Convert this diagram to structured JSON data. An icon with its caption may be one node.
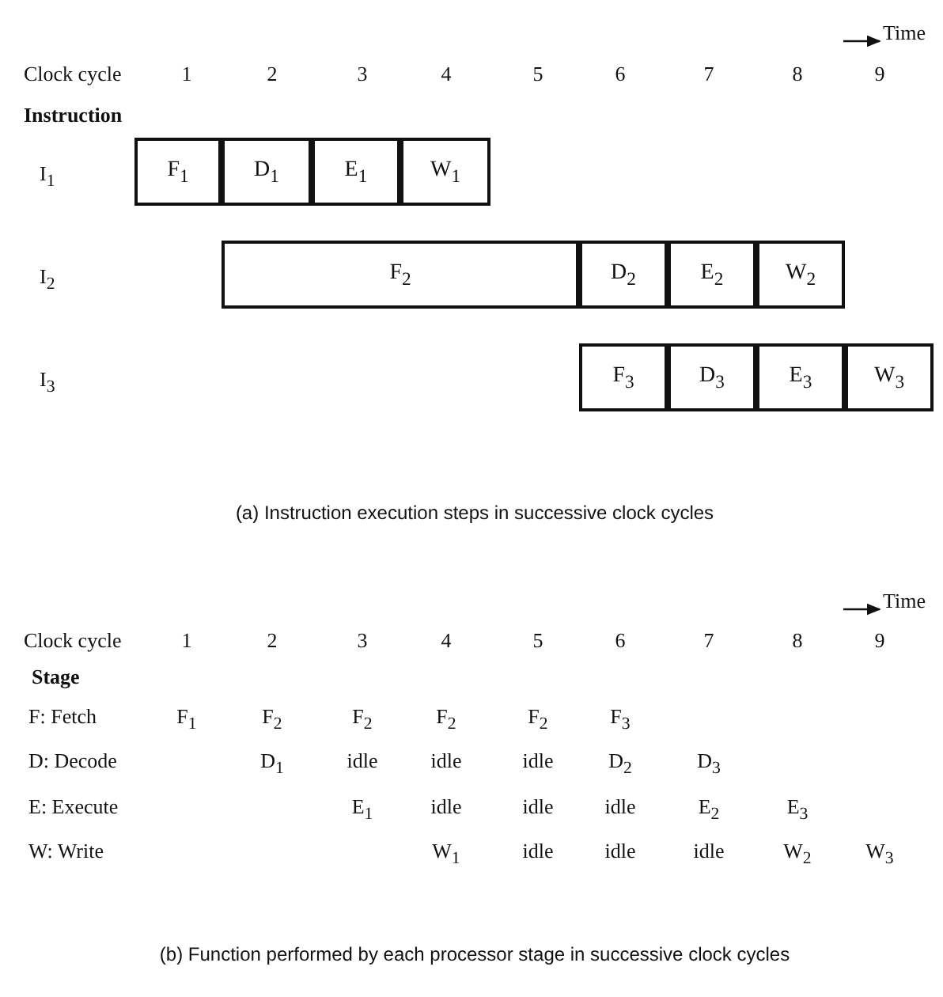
{
  "diagram": {
    "nodes": [
      {
        "text": [
          "F$_{1}$"
        ]
      },
      {
        "text": [
          "D$_{1}$"
        ]
      },
      {
        "text": [
          "E$_{1}$"
        ]
      },
      {
        "text": [
          "W$_{1}$"
        ]
      },
      {
        "text": [
          "F$_{2}$"
        ]
      },
      {
        "text": [
          "D$_{2}$"
        ]
      },
      {
        "text": [
          "E$_{2}$"
        ]
      },
      {
        "text": [
          "W$_{2}$"
        ]
      },
      {
        "text": [
          "F$_{3}$"
        ]
      },
      {
        "text": [
          "D$_{3}$"
        ]
      },
      {
        "text": [
          "E$_{3}$"
        ]
      },
      {
        "text": [
          "W$_{3}$"
        ]
      }
    ],
    "labels": [
      "Time",
      "Clock cycle",
      "1",
      "2",
      "3",
      "4",
      "5",
      "6",
      "7",
      "8",
      "9",
      "Instruction",
      "I$_{1}$",
      "I$_{2}$",
      "I$_{3}$",
      "(a) Instruction execution steps in successive clock cycles",
      "Time",
      "Clock cycle",
      "1",
      "2",
      "3",
      "4",
      "5",
      "6",
      "7",
      "8",
      "9",
      "Stage",
      "F: Fetch",
      "F$_{1}$",
      "F$_{2}$",
      "F$_{2}$",
      "F$_{2}$",
      "F$_{2}$",
      "F$_{3}$",
      "D: Decode",
      "D$_{1}$",
      "idle",
      "idle",
      "idle",
      "D$_{2}$",
      "D$_{3}$",
      "E: Execute",
      "E$_{1}$",
      "idle",
      "idle",
      "idle",
      "E$_{2}$",
      "E$_{3}$",
      "W: Write",
      "W$_{1}$",
      "idle",
      "idle",
      "idle",
      "W$_{2}$",
      "W$_{3}$",
      "(b) Function performed by each processor stage in successive clock cycles"
    ]
  }
}
